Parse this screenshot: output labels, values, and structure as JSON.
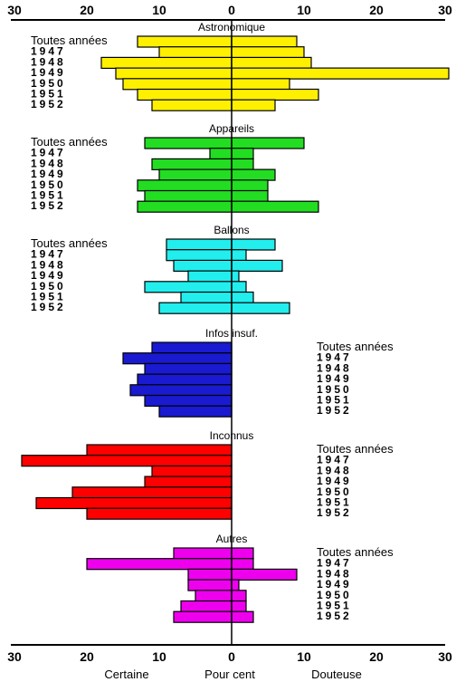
{
  "chart_data": {
    "type": "bar",
    "orientation": "horizontal-diverging",
    "xlim": [
      -30,
      30
    ],
    "x_ticks": [
      -30,
      -20,
      -10,
      0,
      10,
      20,
      30
    ],
    "x_tick_labels": [
      "30",
      "20",
      "10",
      "0",
      "10",
      "20",
      "30"
    ],
    "footer": {
      "left": "Certaine",
      "center": "Pour cent",
      "right": "Douteuse"
    },
    "row_labels": [
      "Toutes années",
      "1947",
      "1948",
      "1949",
      "1950",
      "1951",
      "1952"
    ],
    "groups": [
      {
        "title": "Astronomique",
        "color": "#fff000",
        "label_side": "left",
        "certaine": [
          13,
          10,
          18,
          16,
          15,
          13,
          11
        ],
        "douteuse": [
          9,
          10,
          11,
          30,
          8,
          12,
          6
        ]
      },
      {
        "title": "Appareils",
        "color": "#22dd22",
        "label_side": "left",
        "certaine": [
          12,
          3,
          11,
          10,
          13,
          12,
          13
        ],
        "douteuse": [
          10,
          3,
          3,
          6,
          5,
          5,
          12
        ]
      },
      {
        "title": "Ballons",
        "color": "#22eeee",
        "label_side": "left",
        "certaine": [
          9,
          9,
          8,
          6,
          12,
          7,
          10
        ],
        "douteuse": [
          6,
          2,
          7,
          1,
          2,
          3,
          8
        ]
      },
      {
        "title": "Infos insuf.",
        "color": "#1a1ad0",
        "label_side": "right",
        "certaine": [
          11,
          15,
          12,
          13,
          14,
          12,
          10
        ],
        "douteuse": [
          0,
          0,
          0,
          0,
          0,
          0,
          0
        ]
      },
      {
        "title": "Inconnus",
        "color": "#ff0000",
        "label_side": "right",
        "certaine": [
          20,
          29,
          11,
          12,
          22,
          27,
          20
        ],
        "douteuse": [
          0,
          0,
          0,
          0,
          0,
          0,
          0
        ]
      },
      {
        "title": "Autres",
        "color": "#ee00ee",
        "label_side": "right",
        "certaine": [
          8,
          20,
          6,
          6,
          5,
          7,
          8
        ],
        "douteuse": [
          3,
          3,
          9,
          1,
          2,
          2,
          3
        ]
      }
    ]
  }
}
